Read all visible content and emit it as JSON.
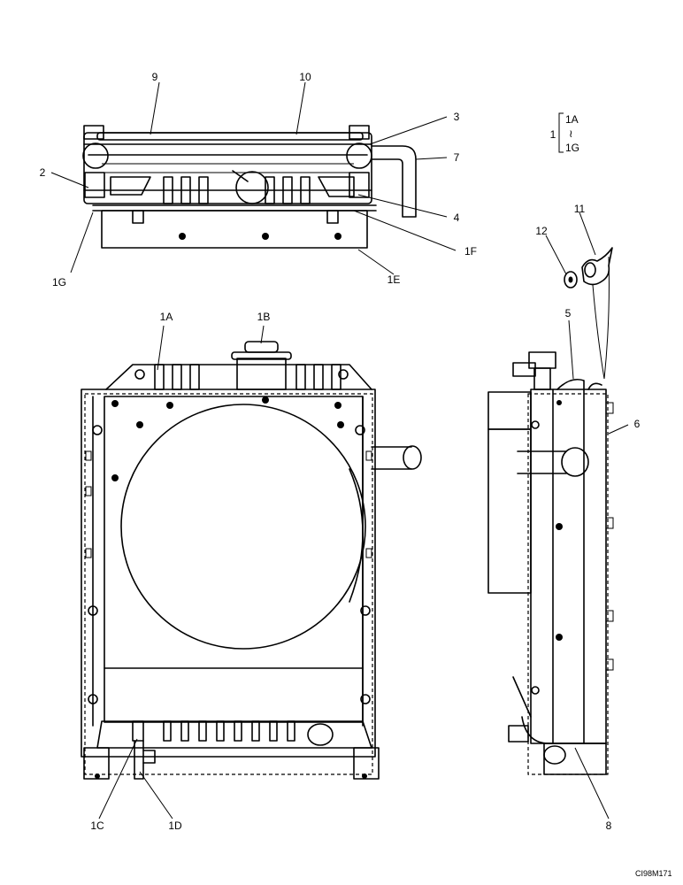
{
  "callouts": {
    "c9": "9",
    "c10": "10",
    "c3": "3",
    "c7": "7",
    "c2": "2",
    "c4": "4",
    "c1F": "1F",
    "c1G": "1G",
    "c1E": "1E",
    "c11": "11",
    "c12": "12",
    "c1A": "1A",
    "c1B": "1B",
    "c5": "5",
    "c6": "6",
    "c1C": "1C",
    "c1D": "1D",
    "c8": "8"
  },
  "assembly_legend": {
    "number": "1",
    "range_start": "1A",
    "range_symbol": "≀",
    "range_end": "1G"
  },
  "drawing_code": "CI98M171"
}
